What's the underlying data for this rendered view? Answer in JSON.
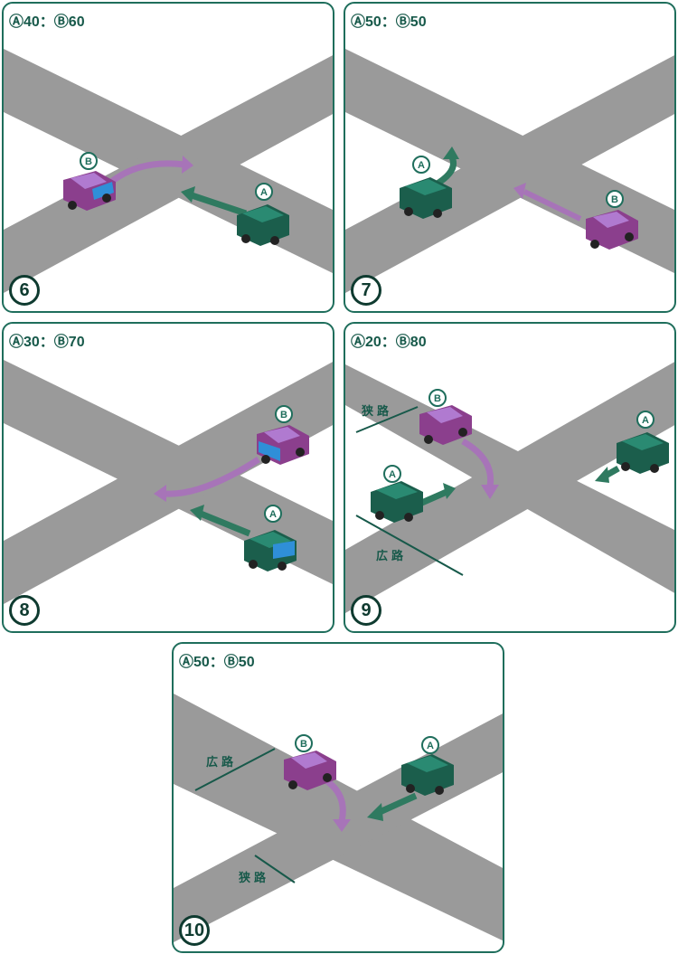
{
  "colors": {
    "road": "#9a9a9a",
    "border": "#1f6e5c",
    "carA": "#1b5e4c",
    "carA_roof": "#2a8a72",
    "carB": "#8b3f8d",
    "carB_roof": "#b07ad0",
    "glass": "#2f8fd8",
    "arrowA": "#2f7a60",
    "arrowB": "#a774b8"
  },
  "panels": [
    {
      "ratio": "Ⓐ40：Ⓑ60",
      "number": "6"
    },
    {
      "ratio": "Ⓐ50：Ⓑ50",
      "number": "7"
    },
    {
      "ratio": "Ⓐ30：Ⓑ70",
      "number": "8"
    },
    {
      "ratio": "Ⓐ20：Ⓑ80",
      "number": "9",
      "narrow_road": "狭路",
      "wide_road": "広路"
    },
    {
      "ratio": "Ⓐ50：Ⓑ50",
      "number": "10",
      "narrow_road": "狭路",
      "wide_road": "広路"
    }
  ],
  "car_labels": {
    "a": "A",
    "b": "B"
  }
}
